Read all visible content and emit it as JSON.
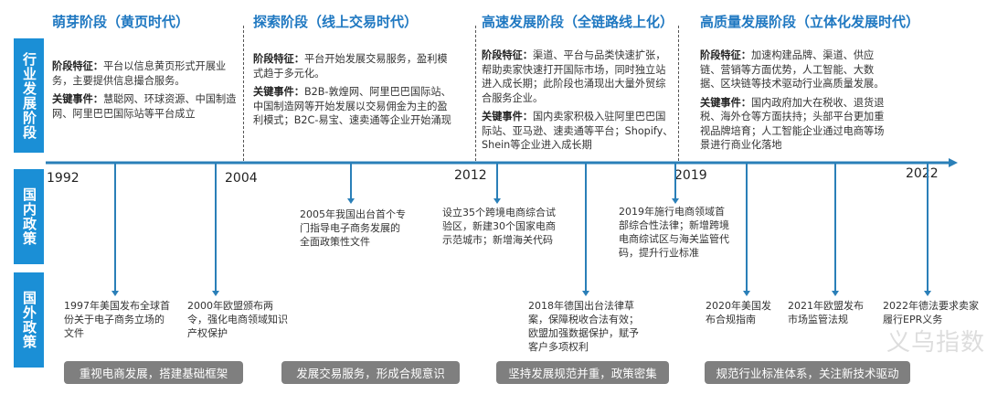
{
  "side_labels": [
    "行业发展阶段",
    "国内政策",
    "国外政策"
  ],
  "stages": [
    {
      "title": "萌芽阶段（黄页时代）",
      "feature_label": "阶段特征：",
      "feature": "平台以信息黄页形式开展业务，主要提供信息撮合服务。",
      "events_label": "关键事件：",
      "events": "慧聪网、环球资源、中国制造网、阿里巴巴国际站等平台成立"
    },
    {
      "title": "探索阶段（线上交易时代）",
      "feature_label": "阶段特征：",
      "feature": "平台开始发展交易服务，盈利模式趋于多元化。",
      "events_label": "关键事件：",
      "events": "B2B-敦煌网、阿里巴巴国际站、中国制造网等开始发展以交易佣金为主的盈利模式；B2C-易宝、速卖通等企业开始涌现"
    },
    {
      "title": "高速发展阶段（全链路线上化）",
      "feature_label": "阶段特征：",
      "feature": "渠道、平台与品类快速扩张，帮助卖家快速打开国际市场，同时独立站进入成长期；此阶段也涌现出大量外贸综合服务企业。",
      "events_label": "关键事件：",
      "events": "国内卖家积极入驻阿里巴巴国际站、亚马逊、速卖通等平台；Shopify、Shein等企业进入成长期"
    },
    {
      "title": "高质量发展阶段（立体化发展时代）",
      "feature_label": "阶段特征：",
      "feature": "加速构建品牌、渠道、供应链、营销等方面优势，人工智能、大数据、区块链等技术驱动行业高质量发展。",
      "events_label": "关键事件：",
      "events": "国内政府加大在税收、退货退税、海外仓等方面扶持；头部平台更加重视品牌培育；人工智能企业通过电商等场景进行商业化落地"
    }
  ],
  "years": [
    "1992",
    "2004",
    "2012",
    "2019",
    "2022"
  ],
  "domestic_policies": [
    "2005年我国出台首个专门指导电子商务发展的全面政策性文件",
    "设立35个跨境电商综合试验区，新建30个国家电商示范城市；新增海关代码",
    "2019年施行电商领域首部综合性法律；新增跨境电商综试区与海关监管代码，提升行业标准"
  ],
  "foreign_policies": [
    "1997年美国发布全球首份关于电子商务立场的文件",
    "2000年欧盟颁布两令，强化电商领域知识产权保护",
    "2018年德国出台法律草案，保障税收合法有效；欧盟加强数据保护，赋予客户多项权利",
    "2020年美国发布合规指南",
    "2021年欧盟发布市场监管法规",
    "2022年德法要求卖家履行EPR义务"
  ],
  "summaries": [
    "重视电商发展，搭建基础框架",
    "发展交易服务，形成合规意识",
    "坚持发展规范并重，政策密集",
    "规范行业标准体系，关注新技术驱动"
  ],
  "watermark": "义乌指数",
  "colors": {
    "accent": "#1b8fd6",
    "title": "#1f78c1",
    "timeline": "#2a7fb8",
    "summary": "#7f7f7f"
  }
}
